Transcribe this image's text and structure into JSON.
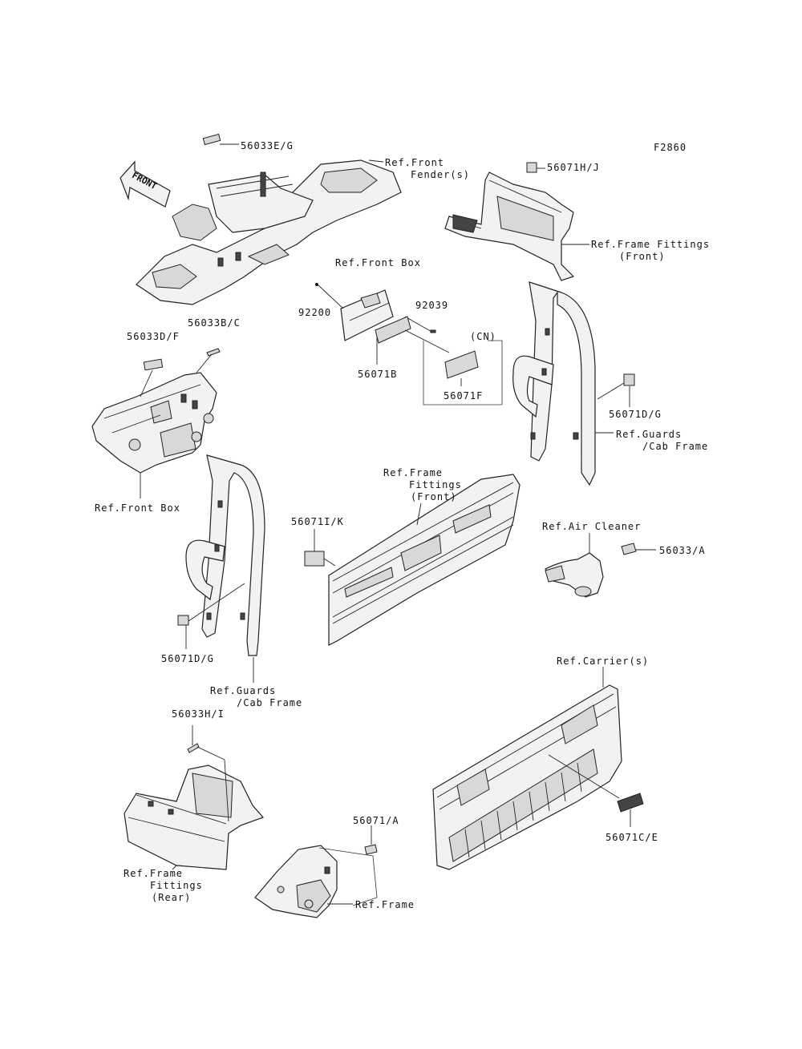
{
  "figure_code": "F2860",
  "front_arrow": "FRONT",
  "labels": {
    "l56033EG": "56033E/G",
    "refFrontFender1": "Ref.Front",
    "refFrontFender2": "Fender(s)",
    "l56071HJ": "56071H/J",
    "refFrameFittingsFront1a": "Ref.Frame Fittings",
    "refFrameFittingsFront1b": "(Front)",
    "refFrontBoxTop": "Ref.Front Box",
    "l92200": "92200",
    "l92039": "92039",
    "cn": "(CN)",
    "l56071B": "56071B",
    "l56071F": "56071F",
    "l56033DF": "56033D/F",
    "l56033BC": "56033B/C",
    "refFrontBoxLeft": "Ref.Front Box",
    "l56071DG_right": "56071D/G",
    "refGuardsCab1a": "Ref.Guards",
    "refGuardsCab1b": "/Cab Frame",
    "refFrameFittingsFront2a": "Ref.Frame",
    "refFrameFittingsFront2b": "Fittings",
    "refFrameFittingsFront2c": "(Front)",
    "l56071IK": "56071I/K",
    "refAirCleaner": "Ref.Air Cleaner",
    "l56033A": "56033/A",
    "l56071DG_left": "56071D/G",
    "refGuardsCab2a": "Ref.Guards",
    "refGuardsCab2b": "/Cab Frame",
    "refCarrier": "Ref.Carrier(s)",
    "l56033HI": "56033H/I",
    "l56071A": "56071/A",
    "l56071CE": "56071C/E",
    "refFrameFittingsRear1": "Ref.Frame",
    "refFrameFittingsRear2": "Fittings",
    "refFrameFittingsRear3": "(Rear)",
    "refFrame": "Ref.Frame"
  }
}
